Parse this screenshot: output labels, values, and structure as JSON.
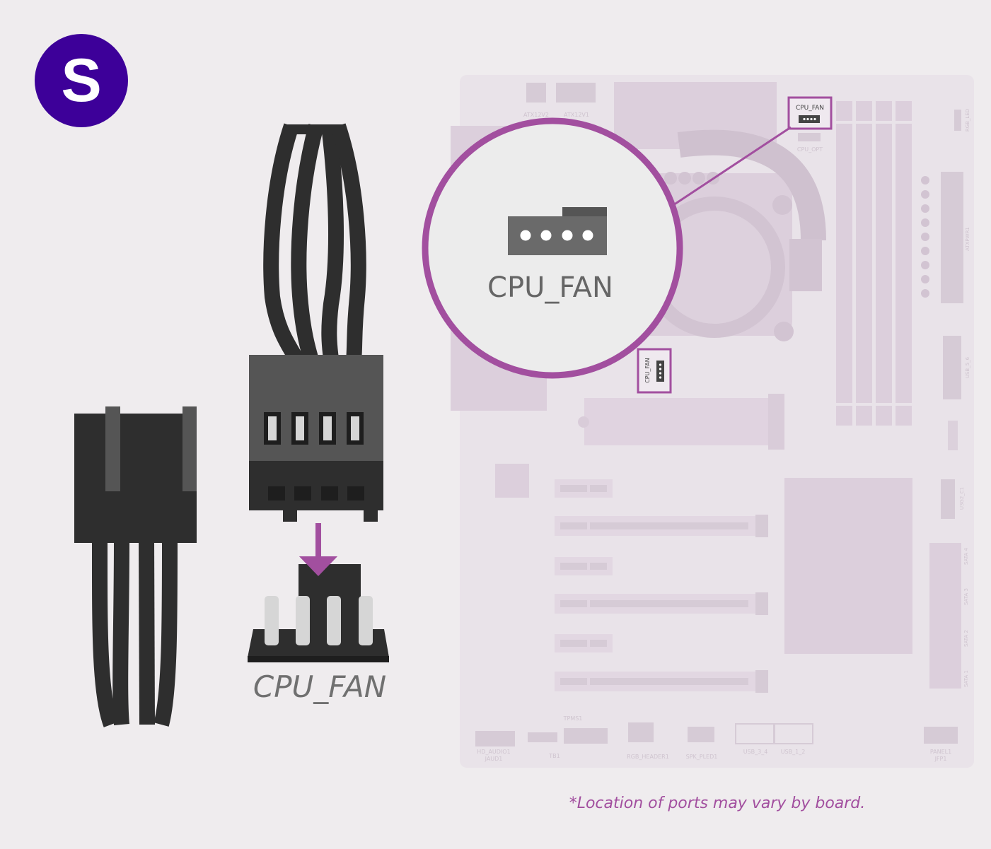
{
  "brand": {
    "letter": "S",
    "color": "#3d0099"
  },
  "colors": {
    "accent": "#a24f9f",
    "cable": "#2e2e2e",
    "board": "#e6dfe6"
  },
  "connector_label": "CPU_FAN",
  "zoom_label": "CPU_FAN",
  "board_labels": {
    "cpu_fan_top": "CPU_FAN",
    "cpu_fan_side": "CPU_FAN",
    "cpu_opt": "CPU_OPT",
    "atx12v2": "ATX12V2",
    "atx12v1": "ATX12V1",
    "rgb_led": "RGB_LED",
    "atxpwr1": "ATXPWR1",
    "usb_5_6": "USB_5_6",
    "u3g2": "U3G2_C1",
    "sata4": "SATA 4",
    "sata3": "SATA 3",
    "sata2": "SATA 2",
    "sata1": "SATA 1",
    "hd_audio": "HD_AUDIO1",
    "jaud1": "JAUD1",
    "tb1": "TB1",
    "tpms1": "TPMS1",
    "rgb_header": "RGB_HEADER1",
    "spk_pled": "SPK_PLED1",
    "usb_3_4": "USB_3_4",
    "usb_1_2": "USB_1_2",
    "panel1": "PANEL1",
    "jfp1": "JFP1"
  },
  "footnote": "*Location of ports may vary by board."
}
